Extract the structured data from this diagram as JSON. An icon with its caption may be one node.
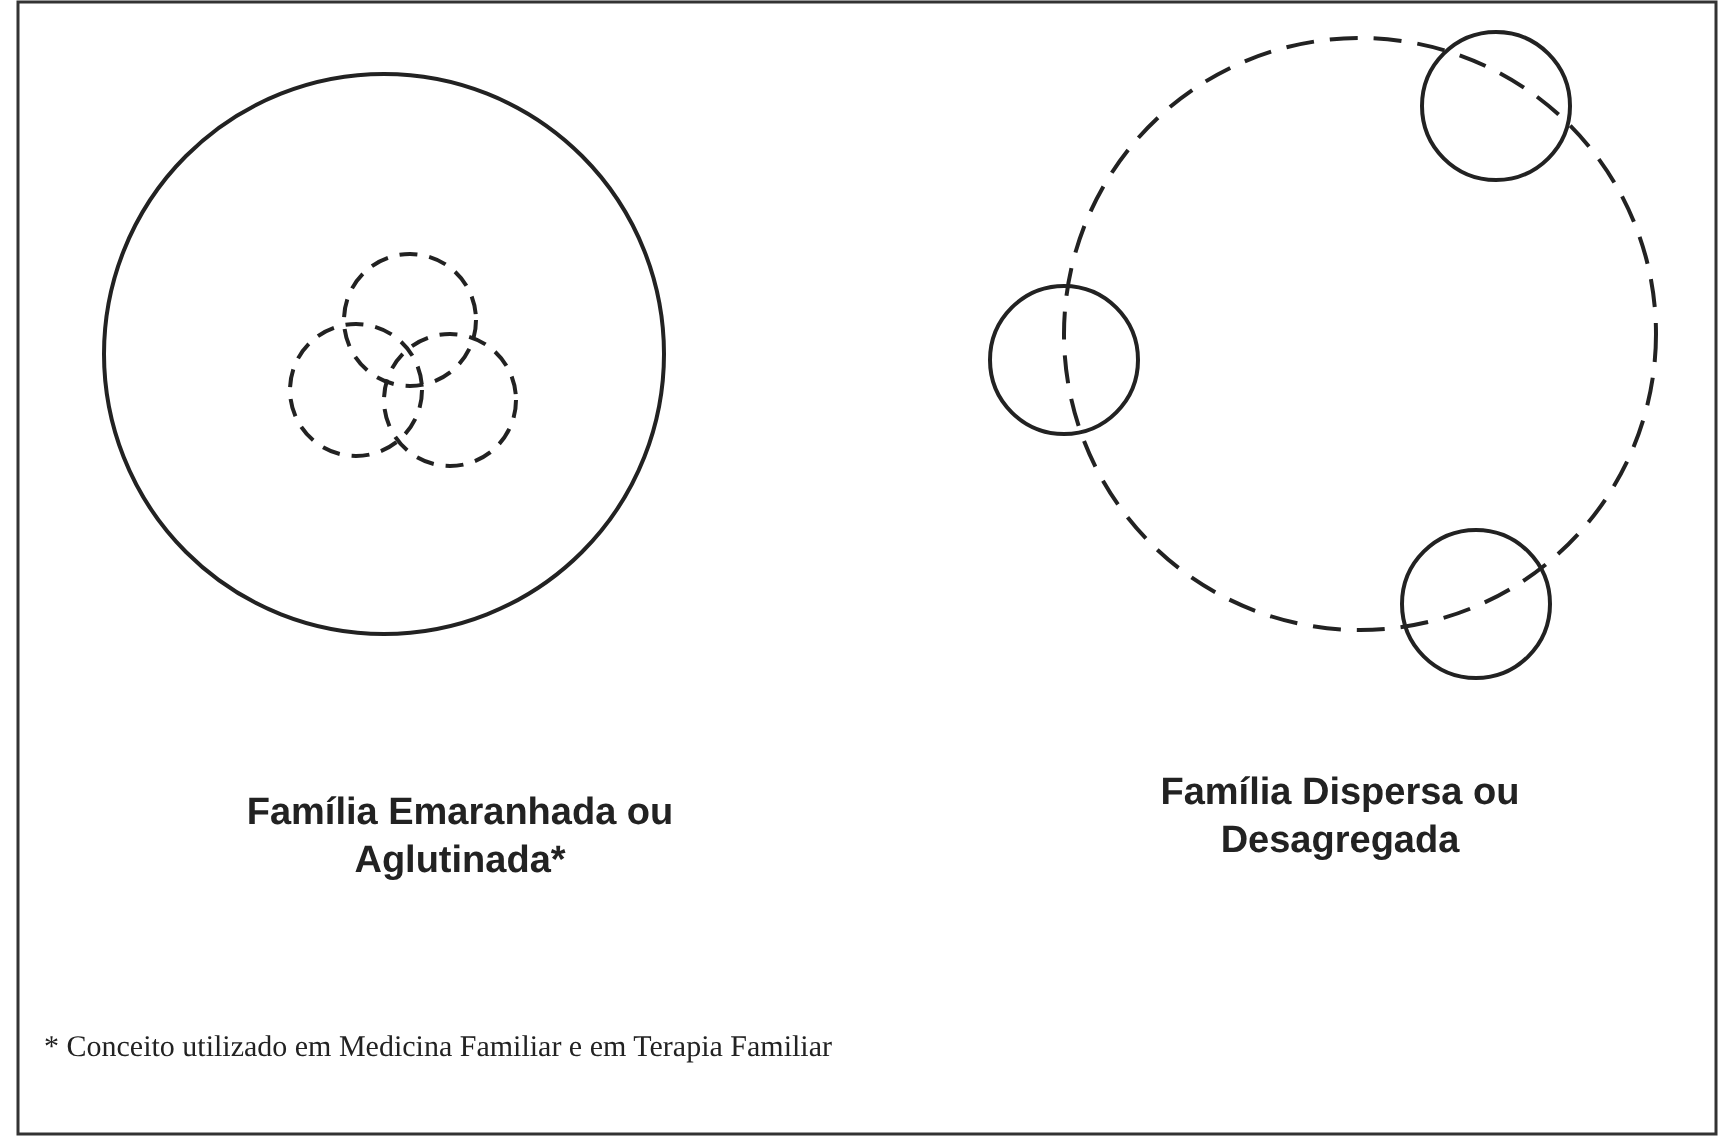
{
  "diagram": {
    "labels": [
      "Família Emaranhada ou Aglutinada*",
      "Família Dispersa ou Desagregada",
      "* Conceito utilizado em Medicina Familiar e em Terapia Familiar"
    ]
  }
}
